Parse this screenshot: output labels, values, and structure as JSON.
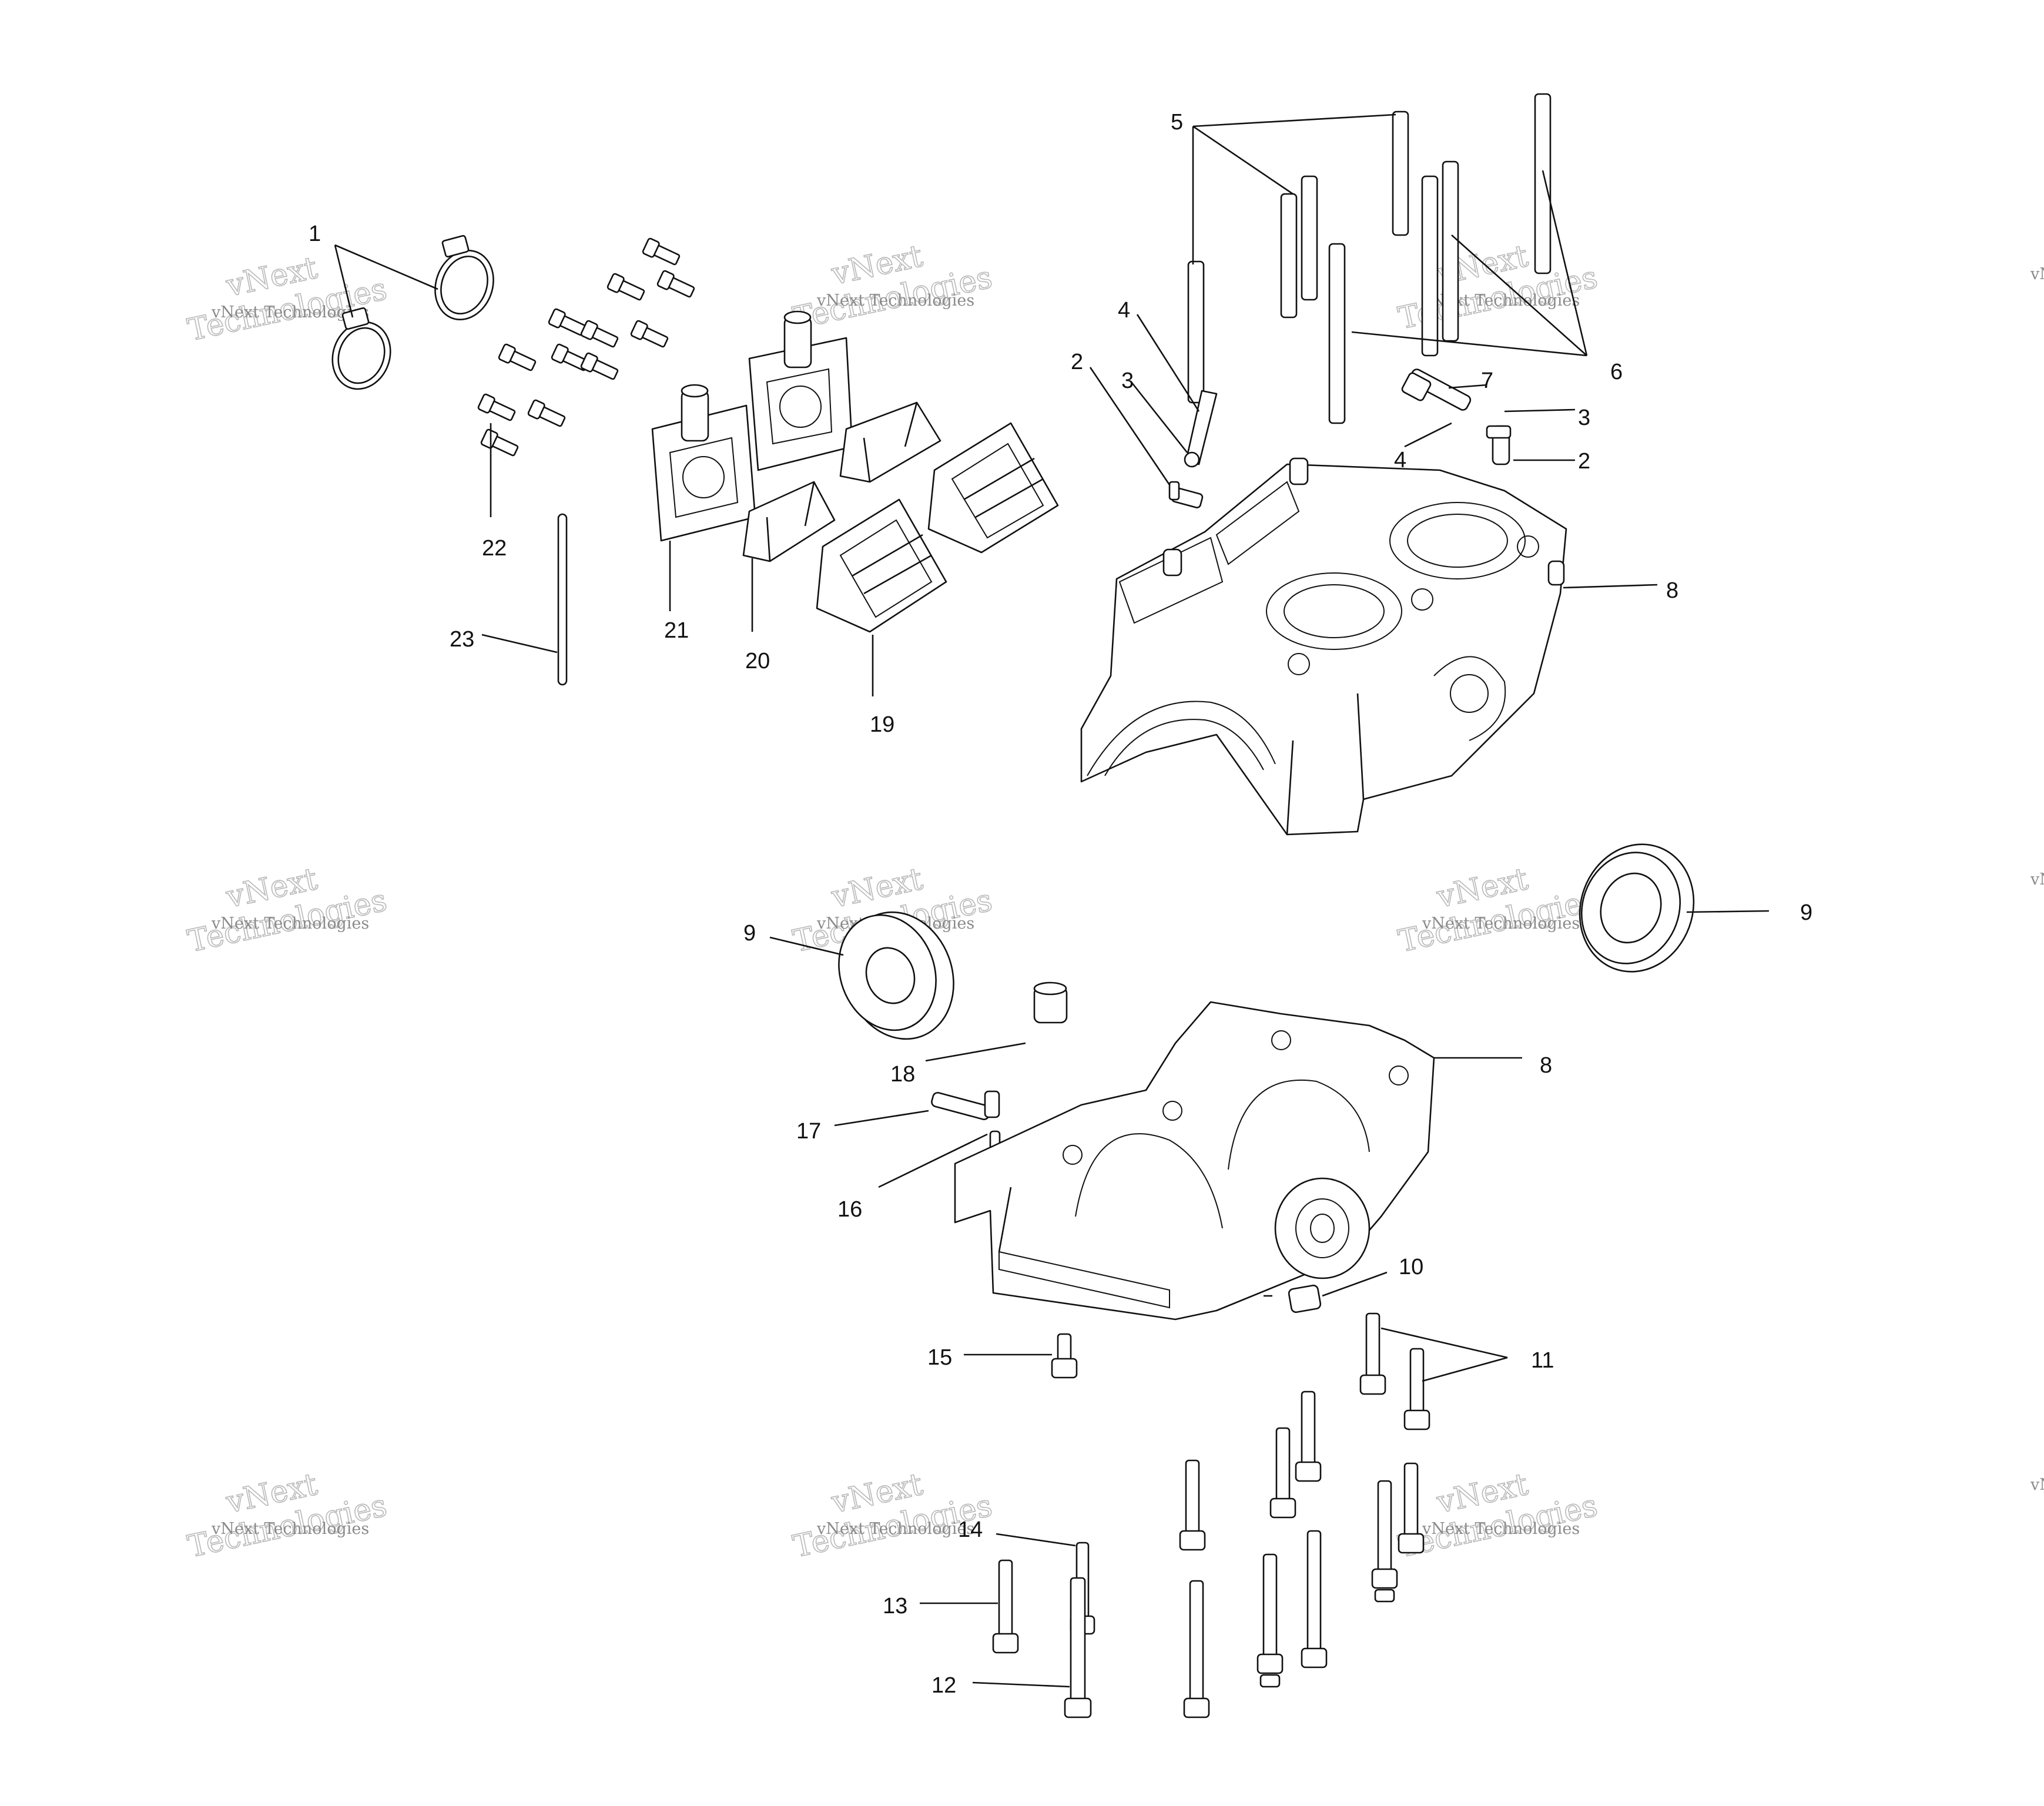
{
  "watermark": {
    "small": "vNext Technologies",
    "large_top": "vNext",
    "large_bottom": "Technologies"
  },
  "callouts": {
    "c1": "1",
    "c2a": "2",
    "c2b": "2",
    "c3a": "3",
    "c3b": "3",
    "c4a": "4",
    "c4b": "4",
    "c5": "5",
    "c6": "6",
    "c7": "7",
    "c8a": "8",
    "c8b": "8",
    "c9a": "9",
    "c9b": "9",
    "c10": "10",
    "c11": "11",
    "c12": "12",
    "c13": "13",
    "c14": "14",
    "c15": "15",
    "c16": "16",
    "c17": "17",
    "c18": "18",
    "c19": "19",
    "c20": "20",
    "c21": "21",
    "c22": "22",
    "c23": "23"
  }
}
